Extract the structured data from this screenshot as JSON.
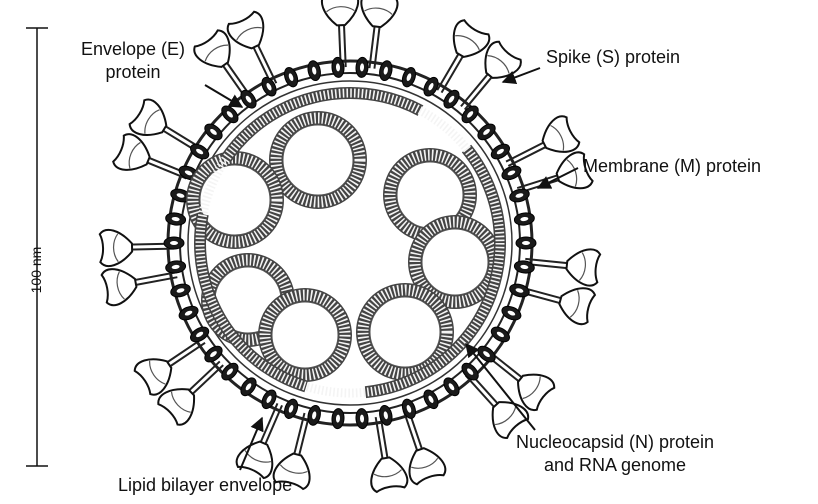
{
  "diagram": {
    "scale_label": "100 nm",
    "labels": {
      "envelope_line1": "Envelope (E)",
      "envelope_line2": "protein",
      "spike": "Spike (S) protein",
      "membrane": "Membrane (M) protein",
      "nucleocapsid_line1": "Nucleocapsid (N) protein",
      "nucleocapsid_line2": "and RNA genome",
      "lipid": "Lipid bilayer envelope"
    }
  }
}
